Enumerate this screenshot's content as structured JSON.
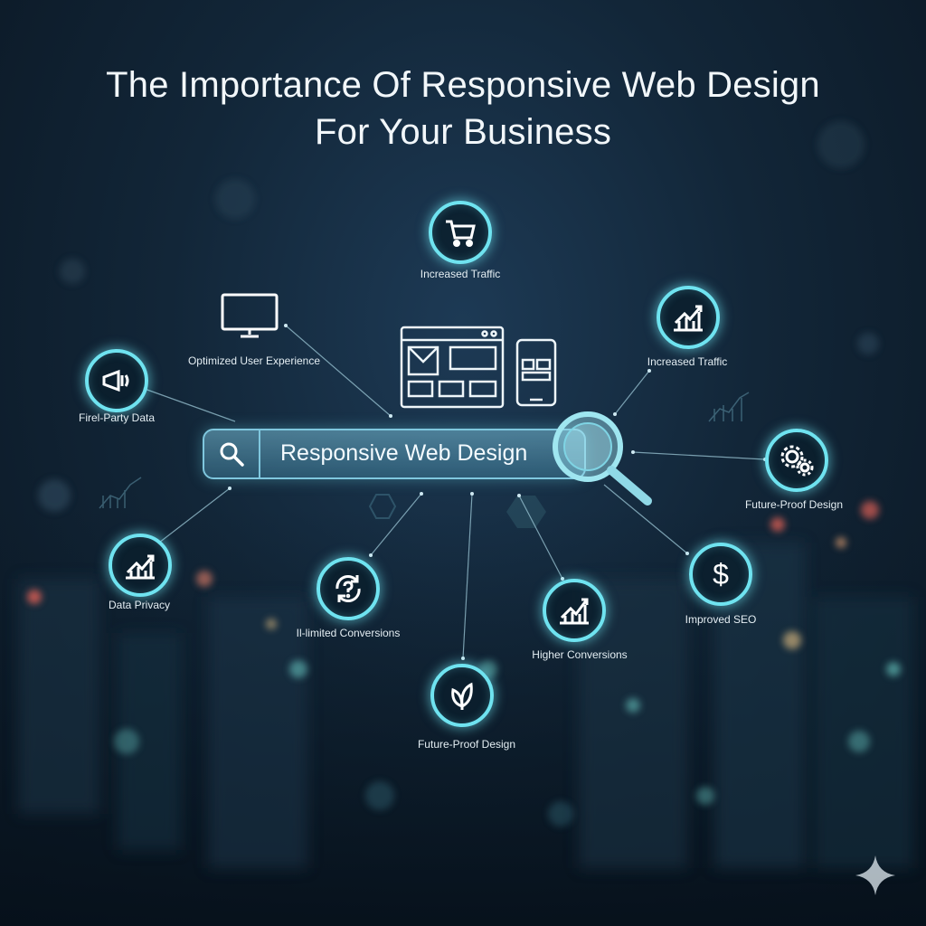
{
  "title": {
    "line1": "The Importance Of Responsive Web Design",
    "line2": "For Your Business"
  },
  "search": {
    "text": "Responsive Web Design",
    "icon": "search-icon",
    "magnifier_icon": "magnifier-icon"
  },
  "devices": {
    "icons": [
      "browser-window-icon",
      "smartphone-icon"
    ]
  },
  "nodes": {
    "top": {
      "label": "Increased Traffic",
      "icon": "shopping-cart-icon"
    },
    "monitor": {
      "label": "Optimized User Experience",
      "icon": "monitor-icon"
    },
    "right_top": {
      "label": "Increased Traffic",
      "icon": "growth-chart-icon"
    },
    "left_top": {
      "label": "Firel-Party Data",
      "icon": "megaphone-icon"
    },
    "right_mid": {
      "label": "Future-Proof Design",
      "icon": "gears-icon"
    },
    "left_bottom": {
      "label": "Data Privacy",
      "icon": "growth-chart-icon"
    },
    "center_left": {
      "label": "Il-limited Conversions",
      "icon": "refresh-question-icon"
    },
    "center_right": {
      "label": "Higher Conversions",
      "icon": "growth-chart-icon"
    },
    "right_bottom": {
      "label": "Improved SEO",
      "icon": "dollar-icon"
    },
    "bottom": {
      "label": "Future-Proof Design",
      "icon": "leaf-icon"
    }
  },
  "colors": {
    "accent": "#6fe3f0",
    "background": "#122638",
    "text": "#eaf6fb"
  }
}
